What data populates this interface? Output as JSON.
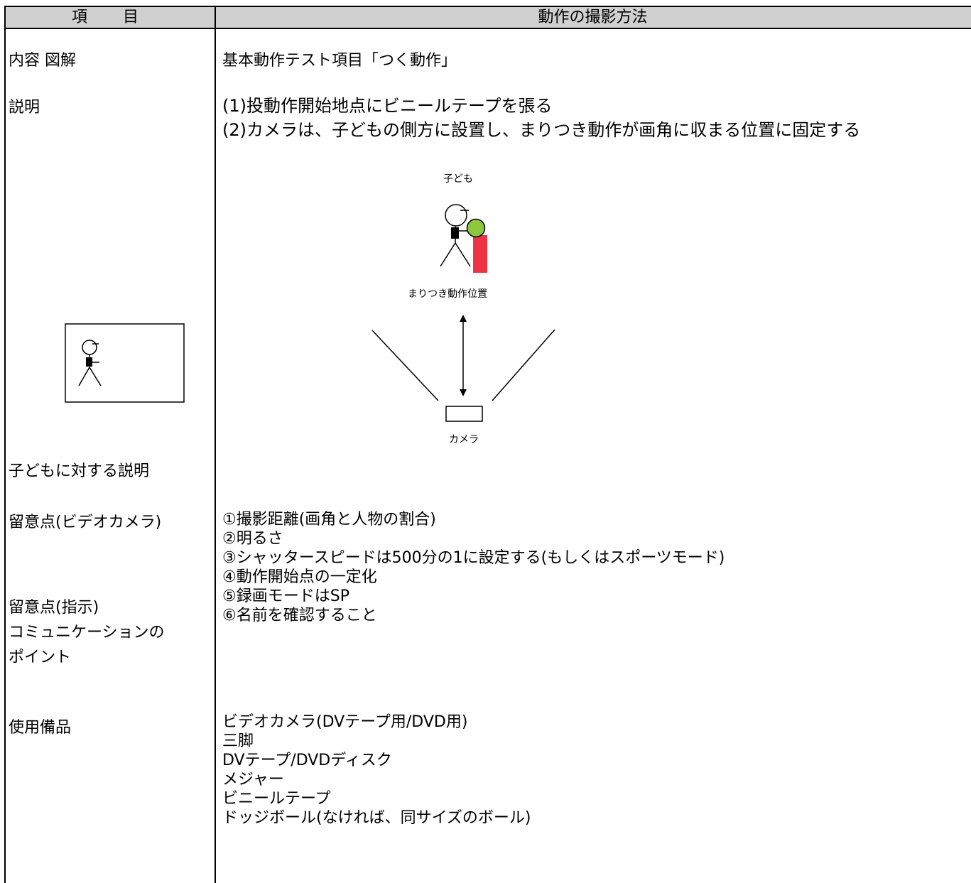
{
  "header": {
    "col_item": "項　目",
    "col_method": "動作の撮影方法"
  },
  "rows": {
    "content": {
      "label": "内容 図解",
      "value": "基本動作テスト項目「つく動作」"
    },
    "explanation": {
      "label": "説明",
      "lines": [
        "(1)投動作開始地点にビニールテープを張る",
        "(2)カメラは、子どもの側方に設置し、まりつき動作が画角に収まる位置に固定する"
      ]
    },
    "child_explanation": {
      "label": "子どもに対する説明"
    },
    "notes_video": {
      "label": "留意点(ビデオカメラ)",
      "lines": [
        "①撮影距離(画角と人物の割合)",
        "②明るさ",
        "③シャッタースピードは500分の1に設定する(もしくはスポーツモード)",
        "④動作開始点の一定化",
        "⑤録画モードはSP",
        "⑥名前を確認すること"
      ]
    },
    "notes_instruction": {
      "label_lines": [
        "留意点(指示)",
        "コミュニケーションの",
        "ポイント"
      ]
    },
    "equipment": {
      "label": "使用備品",
      "items": [
        "ビデオカメラ(DVテープ用/DVD用)",
        "三脚",
        "DVテープ/DVDディスク",
        "メジャー",
        "ビニールテープ",
        "ドッジボール(なければ、同サイズのボール)"
      ]
    }
  },
  "diagram": {
    "child_label": "子ども",
    "position_label": "まりつき動作位置",
    "camera_label": "カメラ",
    "colors": {
      "ball": "#8dc63f",
      "tape": "#ee3344",
      "stroke": "#000000",
      "header_bg": "#d0d0d0"
    }
  }
}
